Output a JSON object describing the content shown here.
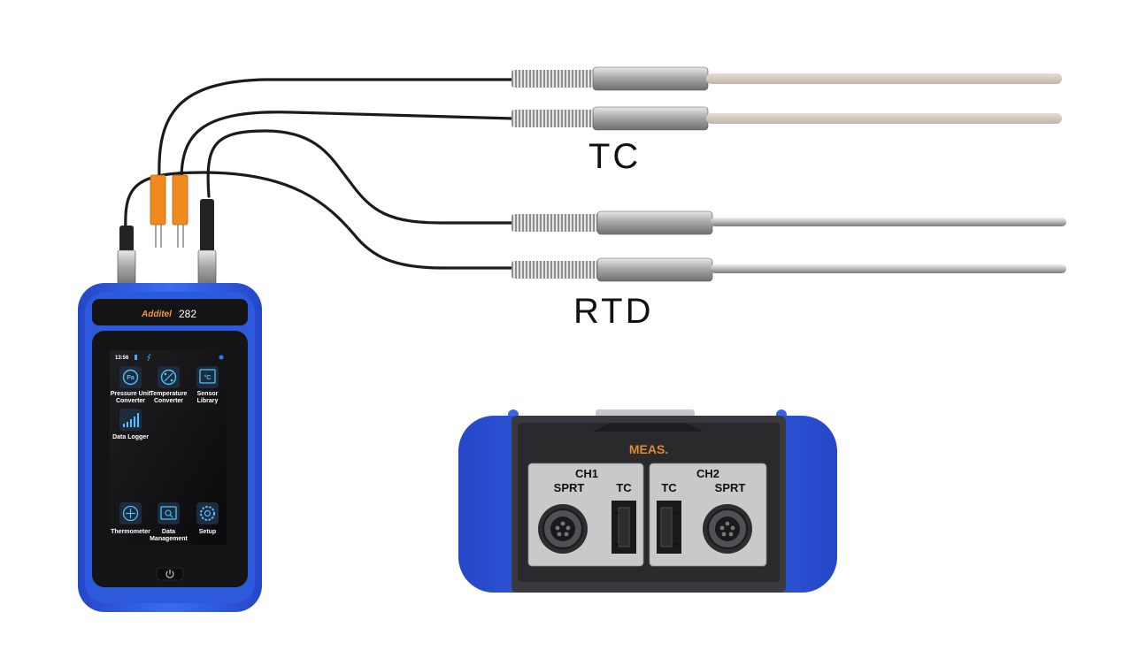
{
  "labels": {
    "tc": "TC",
    "rtd": "RTD"
  },
  "device": {
    "brand": "Additel",
    "model": "282",
    "status_time": "13:56",
    "apps": [
      {
        "label_line1": "Pressure Unit",
        "label_line2": "Converter",
        "icon": "pa-icon"
      },
      {
        "label_line1": "Temperature",
        "label_line2": "Converter",
        "icon": "percent-icon"
      },
      {
        "label_line1": "Sensor",
        "label_line2": "Library",
        "icon": "celsius-icon"
      },
      {
        "label_line1": "Data Logger",
        "label_line2": "",
        "icon": "bar-chart-icon"
      }
    ],
    "dock": [
      {
        "label_line1": "Thermometer",
        "label_line2": "",
        "icon": "thermometer-icon"
      },
      {
        "label_line1": "Data",
        "label_line2": "Management",
        "icon": "folder-search-icon"
      },
      {
        "label_line1": "Setup",
        "label_line2": "",
        "icon": "gear-icon"
      }
    ],
    "power_icon": "power-icon"
  },
  "panel": {
    "title": "MEAS.",
    "ch1": {
      "name": "CH1",
      "sprt": "SPRT",
      "tc": "TC"
    },
    "ch2": {
      "name": "CH2",
      "sprt": "SPRT",
      "tc": "TC"
    },
    "minus": "−",
    "plus": "+"
  },
  "colors": {
    "device_blue": "#2f5fe0",
    "accent_orange": "#f08a1e",
    "screen_black": "#0b0b0d"
  }
}
